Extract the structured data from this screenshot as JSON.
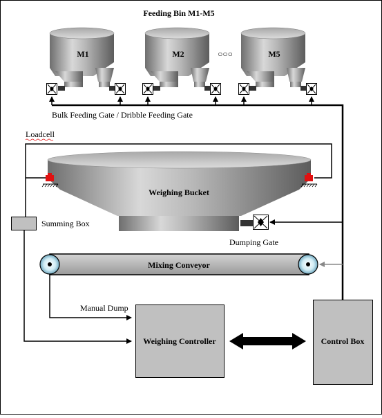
{
  "title": "Feeding Bin M1-M5",
  "bins": [
    {
      "label": "M1"
    },
    {
      "label": "M2"
    },
    {
      "label": "M5"
    }
  ],
  "ellipsis": "○○○",
  "labels": {
    "feeding_gates": "Bulk Feeding Gate / Dribble Feeding Gate",
    "loadcell": "Loadcell",
    "weighing_bucket": "Weighing Bucket",
    "summing_box": "Summing Box",
    "dumping_gate": "Dumping Gate",
    "mixing_conveyor": "Mixing Conveyor",
    "manual_dump": "Manual Dump",
    "weighing_controller": "Weighing Controller",
    "control_box": "Control Box"
  },
  "colors": {
    "box_fill": "#c0c0c0",
    "loadcell": "#e01010",
    "loadcell_underline": "#e01010"
  }
}
